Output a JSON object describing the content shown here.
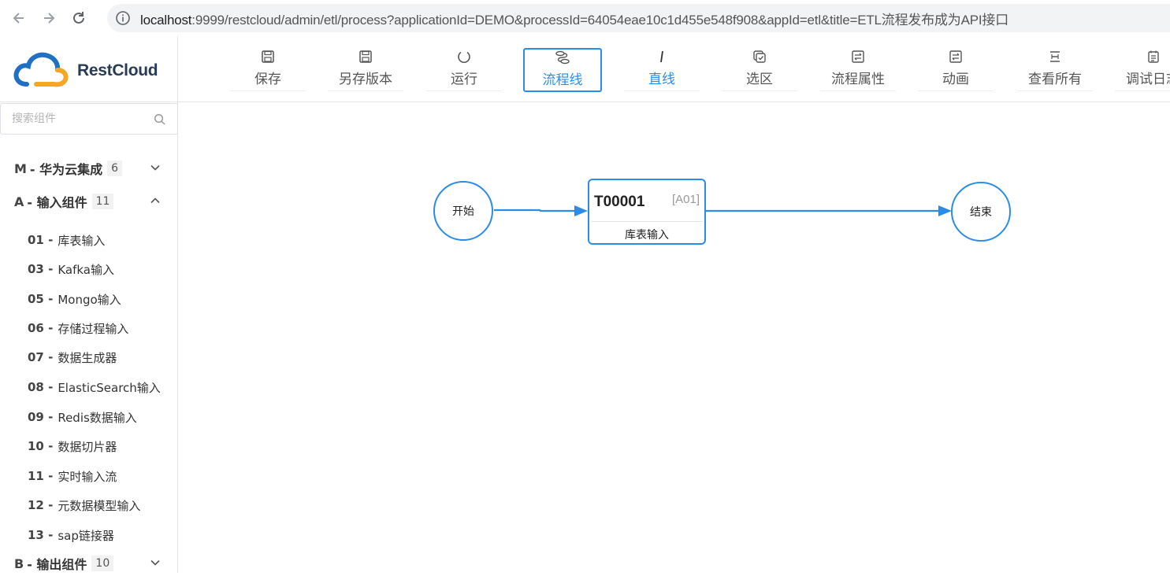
{
  "browser": {
    "url_host": "localhost",
    "url_rest": ":9999/restcloud/admin/etl/process?applicationId=DEMO&processId=64054eae10c1d455e548f908&appId=etl&title=ETL流程发布成为API接口"
  },
  "app": {
    "logo_text": "RestCloud"
  },
  "toolbar": [
    {
      "label": "保存",
      "icon": "save-icon"
    },
    {
      "label": "另存版本",
      "icon": "save-as-icon"
    },
    {
      "label": "运行",
      "icon": "run-icon"
    },
    {
      "label": "流程线",
      "icon": "flow-line-icon"
    },
    {
      "label": "直线",
      "icon": "straight-line-icon"
    },
    {
      "label": "选区",
      "icon": "selection-icon"
    },
    {
      "label": "流程属性",
      "icon": "properties-icon"
    },
    {
      "label": "动画",
      "icon": "animation-icon"
    },
    {
      "label": "查看所有",
      "icon": "view-all-icon"
    },
    {
      "label": "调试日志",
      "icon": "debug-log-icon"
    }
  ],
  "sidebar": {
    "search_placeholder": "搜索组件",
    "groups": [
      {
        "letter": "M",
        "name": "- 华为云集成",
        "count": "6",
        "expanded": false
      },
      {
        "letter": "A",
        "name": "- 输入组件",
        "count": "11",
        "expanded": true
      },
      {
        "letter": "B",
        "name": "- 输出组件",
        "count": "10",
        "expanded": false
      }
    ],
    "items": [
      {
        "num": "01 -",
        "name": "库表输入"
      },
      {
        "num": "03 -",
        "name": "Kafka输入"
      },
      {
        "num": "05 -",
        "name": "Mongo输入"
      },
      {
        "num": "06 -",
        "name": "存储过程输入"
      },
      {
        "num": "07 -",
        "name": "数据生成器"
      },
      {
        "num": "08 -",
        "name": "ElasticSearch输入"
      },
      {
        "num": "09 -",
        "name": "Redis数据输入"
      },
      {
        "num": "10 -",
        "name": "数据切片器"
      },
      {
        "num": "11 -",
        "name": "实时输入流"
      },
      {
        "num": "12 -",
        "name": "元数据模型输入"
      },
      {
        "num": "13 -",
        "name": "sap链接器"
      }
    ]
  },
  "canvas": {
    "start_label": "开始",
    "end_label": "结束",
    "task": {
      "id": "T00001",
      "tag": "[A01]",
      "type": "库表输入"
    }
  },
  "colors": {
    "accent": "#2b8ce8"
  }
}
